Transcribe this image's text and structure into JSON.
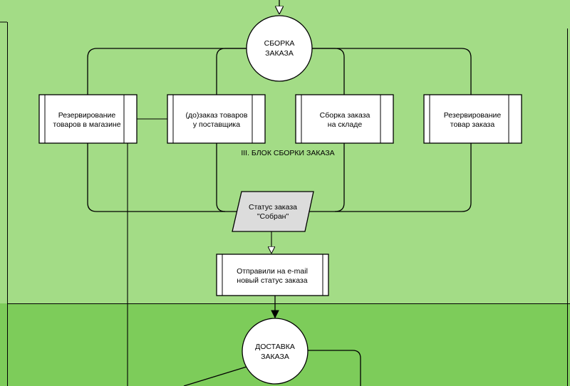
{
  "colors": {
    "lane_top": "#a3dc86",
    "lane_bottom": "#7dcc5a",
    "node_fill": "#ffffff",
    "data_fill": "#dcdcdc",
    "stroke": "#000000"
  },
  "diagram": {
    "lane_label": "III. БЛОК СБОРКИ ЗАКАЗА",
    "assembly_circle": [
      "СБОРКА",
      "ЗАКАЗА"
    ],
    "processes": [
      {
        "id": "reserve-store",
        "lines": [
          "Резервирование",
          "товаров в магазине"
        ]
      },
      {
        "id": "order-supplier",
        "lines": [
          "(до)заказ товаров",
          "у поставщика"
        ]
      },
      {
        "id": "assemble-warehouse",
        "lines": [
          "Сборка заказа",
          "на складе"
        ]
      },
      {
        "id": "reserve-goods",
        "lines": [
          "Резервирование",
          "товар заказа"
        ]
      }
    ],
    "status": [
      "Статус заказа",
      "\"Собран\""
    ],
    "email": [
      "Отправили на e-mail",
      "новый статус заказа"
    ],
    "delivery_circle": [
      "ДОСТАВКА",
      "ЗАКАЗА"
    ]
  }
}
